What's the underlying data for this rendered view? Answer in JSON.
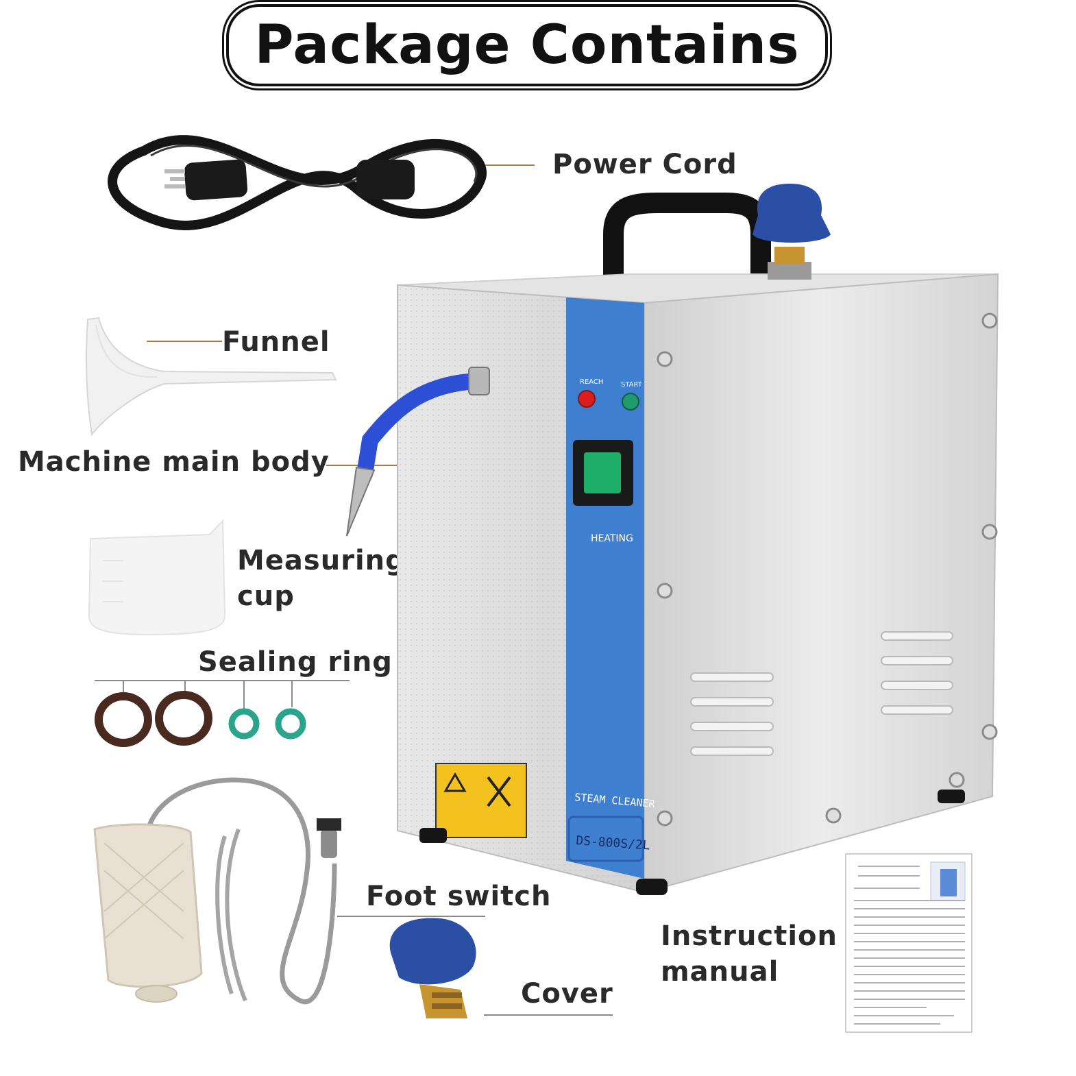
{
  "title": "Package Contains",
  "labels": {
    "power_cord": "Power Cord",
    "funnel": "Funnel",
    "machine_body": "Machine main body",
    "measuring_cup": "Measuring\ncup",
    "sealing_ring": "Sealing ring",
    "foot_switch": "Foot switch",
    "cover": "Cover",
    "instruction_manual": "Instruction\nmanual"
  },
  "machine_panel": {
    "reach": "REACH",
    "start": "START",
    "heating": "HEATING",
    "brand_text": "STEAM CLEANER",
    "model": "DS-800S/2L"
  },
  "colors": {
    "panel_blue": "#3f7fd0",
    "knob_blue": "#2c4fa6",
    "hose_blue": "#2d4fd6",
    "ring_brown": "#4a2a1e",
    "ring_green": "#2aa58b",
    "switch_green": "#1fae6a",
    "indicator_red": "#d81e1e",
    "indicator_green": "#1e9c6e",
    "warning_yellow": "#f4c21e"
  }
}
